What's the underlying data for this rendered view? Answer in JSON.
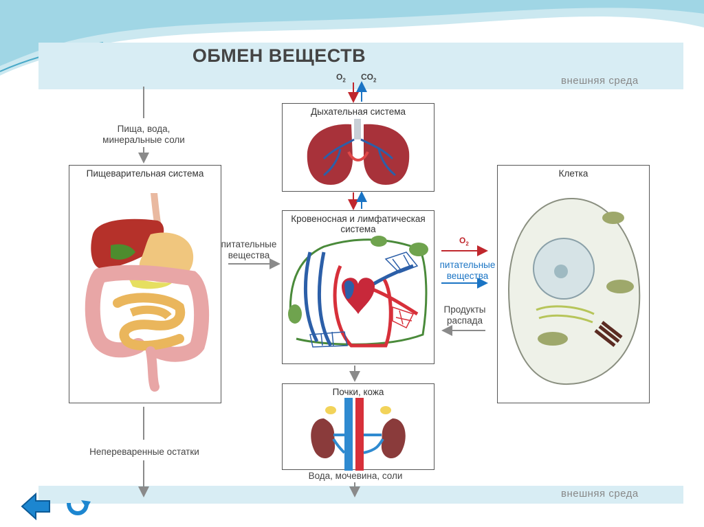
{
  "title": "ОБМЕН ВЕЩЕСТВ",
  "environment_top": "внешняя среда",
  "environment_bottom": "внешняя среда",
  "gas_in": "O",
  "gas_in_sub": "2",
  "gas_out": "CO",
  "gas_out_sub": "2",
  "food_label": "Пища, вода, минеральные соли",
  "undigested_label": "Непереваренные остатки",
  "nutrients_left": "питательные вещества",
  "boxes": {
    "digestive": "Пищеварительная система",
    "respiratory": "Дыхательная система",
    "circulatory": "Кровеносная и лимфатическая система",
    "excretory": "Почки, кожа",
    "cell": "Клетка"
  },
  "cell_o2": "O",
  "cell_o2_sub": "2",
  "nutrients_right": "питательные вещества",
  "decay_products": "Продукты распада",
  "excretion_output": "Вода, мочевина, соли",
  "colors": {
    "band": "#d8edf4",
    "arrow_gray": "#8a8a8a",
    "o2_red": "#c0272d",
    "co2_blue": "#1a74c4"
  }
}
